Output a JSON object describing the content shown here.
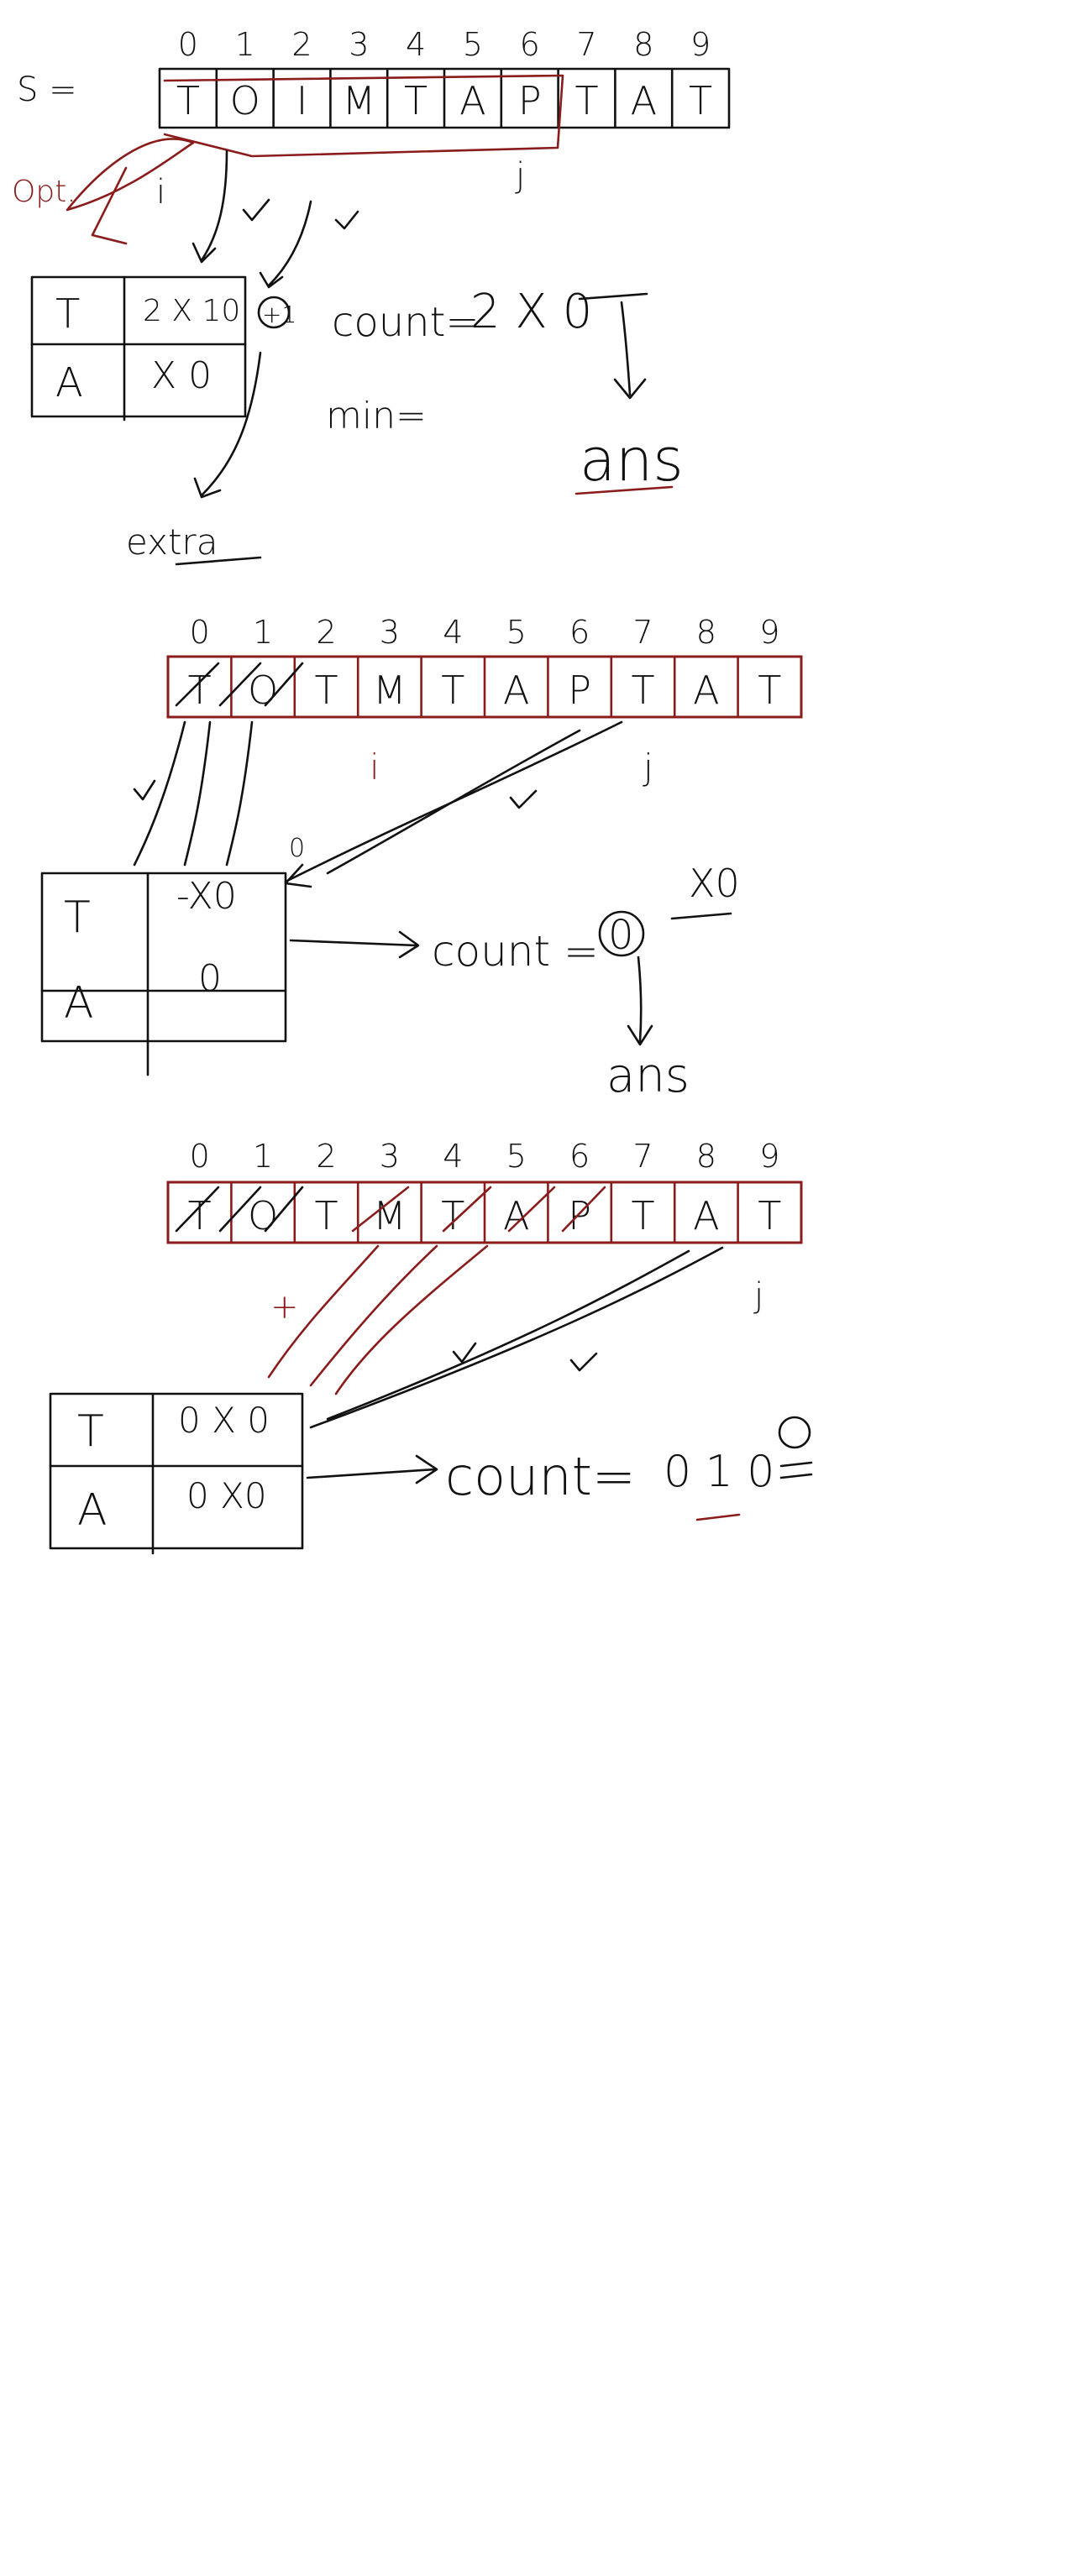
{
  "colors": {
    "ink": "#111111",
    "red_ink": "#8a1c1c",
    "background": "#ffffff"
  },
  "scene1": {
    "s_label": "S =",
    "indices": [
      "0",
      "1",
      "2",
      "3",
      "4",
      "5",
      "6",
      "7",
      "8",
      "9"
    ],
    "cells": [
      "T",
      "O",
      "I",
      "M",
      "T",
      "A",
      "P",
      "T",
      "A",
      "T"
    ],
    "j_label": "j",
    "i_label": "i",
    "opt_label": "Opt.",
    "map_keys": [
      "T",
      "A"
    ],
    "map_values": [
      "2 X 10",
      "X 0"
    ],
    "plus_one": "+1",
    "count_label": "count=",
    "count_values": "2 X 0",
    "min_label": "min=",
    "ans_label": "ans",
    "extra_label": "extra"
  },
  "scene2": {
    "indices": [
      "0",
      "1",
      "2",
      "3",
      "4",
      "5",
      "6",
      "7",
      "8",
      "9"
    ],
    "cells": [
      "T",
      "O",
      "T",
      "M",
      "T",
      "A",
      "P",
      "T",
      "A",
      "T"
    ],
    "i_label": "i",
    "j_label": "j",
    "map_keys": [
      "T",
      "A"
    ],
    "map_values": [
      "-X0",
      "0"
    ],
    "small_zero": "0",
    "count_label": "count =",
    "count_value": "0",
    "count_side": "X0",
    "ans_label": "ans"
  },
  "scene3": {
    "indices": [
      "0",
      "1",
      "2",
      "3",
      "4",
      "5",
      "6",
      "7",
      "8",
      "9"
    ],
    "cells": [
      "T",
      "O",
      "T",
      "M",
      "T",
      "A",
      "P",
      "T",
      "A",
      "T"
    ],
    "j_label": "j",
    "map_keys": [
      "T",
      "A"
    ],
    "map_values": [
      "0 X 0",
      "0 X0"
    ],
    "count_label": "count=",
    "count_values": "0 1 0"
  }
}
